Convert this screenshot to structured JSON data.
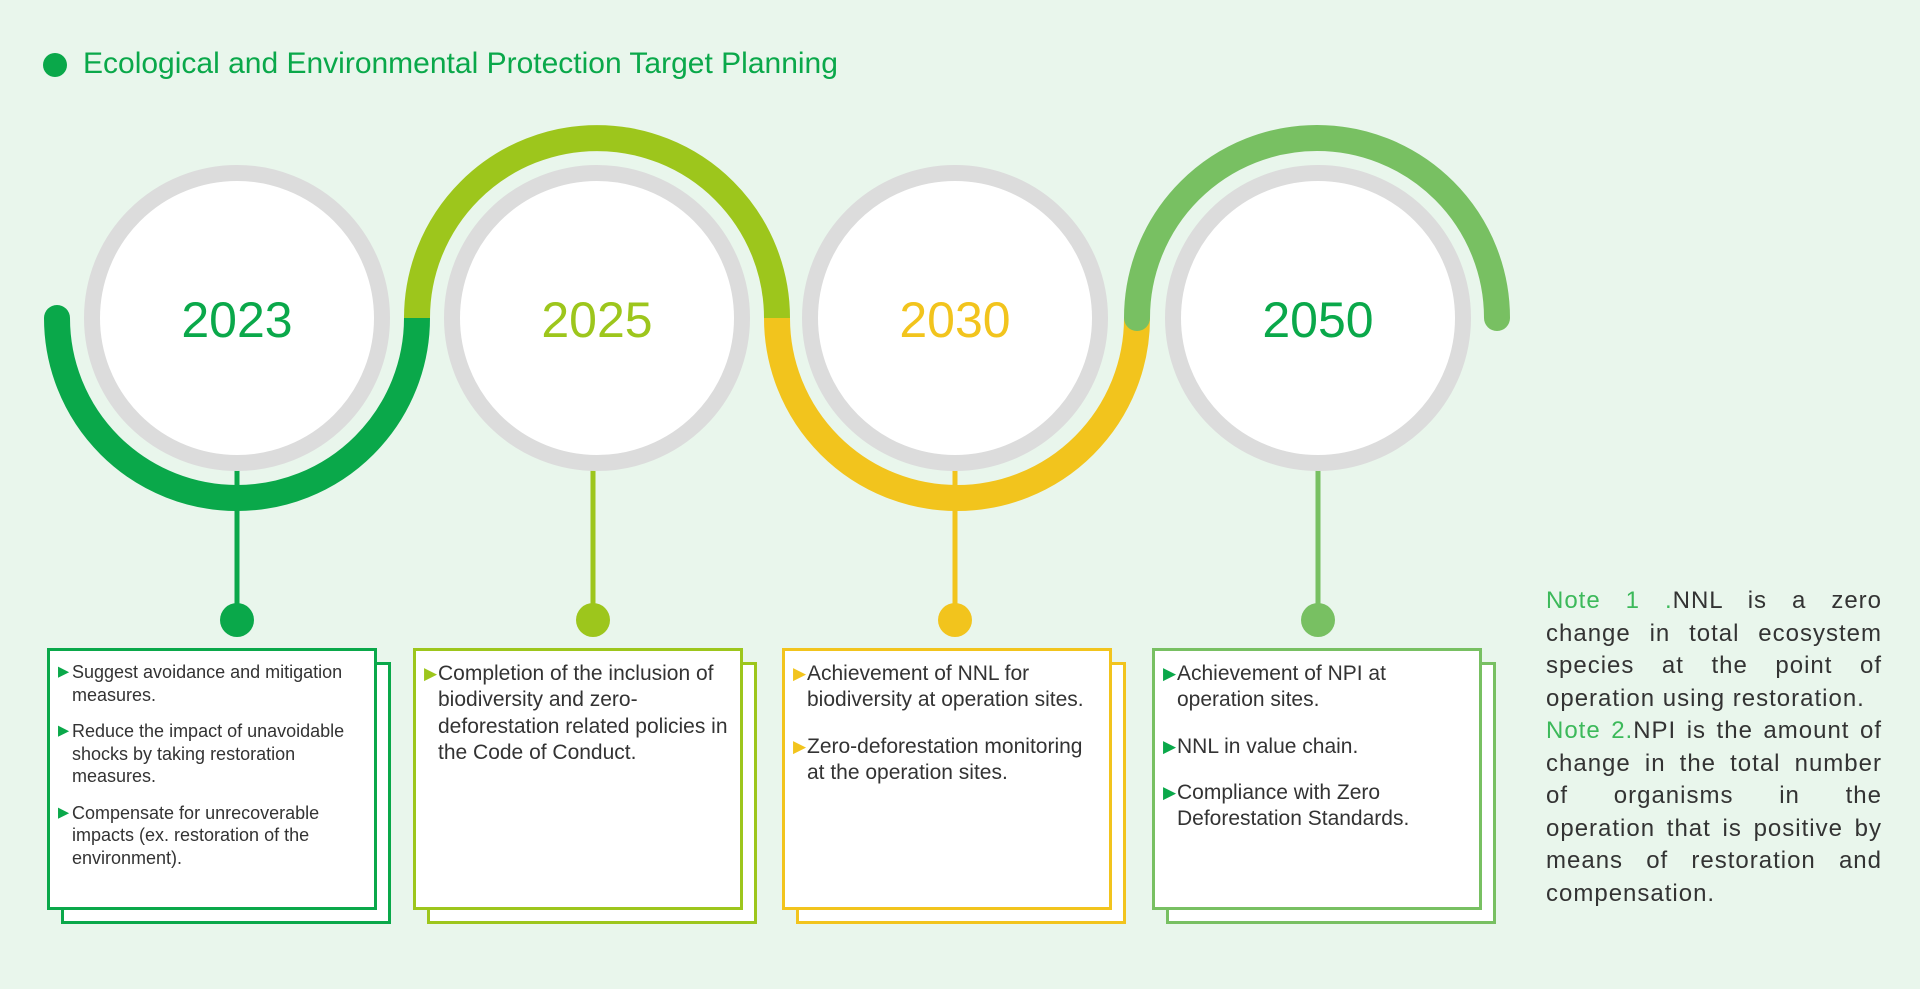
{
  "title": "Ecological and Environmental Protection Target Planning",
  "colors": {
    "background": "#e9f6ec",
    "green_dark": "#0aa84a",
    "green_lime": "#9dc61c",
    "yellow": "#f2c41d",
    "green_light": "#78c062",
    "ring_grey": "#dcdcdc"
  },
  "milestones": [
    {
      "year": "2023",
      "items": [
        "Suggest avoidance and mitigation measures.",
        "Reduce the impact of unavoidable shocks by taking restoration measures.",
        "Compensate for unrecoverable impacts (ex. restoration of the environment)."
      ]
    },
    {
      "year": "2025",
      "items": [
        "Completion of the inclusion of biodiversity and zero-deforestation related policies in the Code of Conduct."
      ]
    },
    {
      "year": "2030",
      "items": [
        "Achievement of NNL for biodiversity at operation sites.",
        "Zero-deforestation monitoring at the operation sites."
      ]
    },
    {
      "year": "2050",
      "items": [
        "Achievement of NPI at operation sites.",
        "NNL in value chain.",
        "Compliance with Zero Deforestation Standards."
      ]
    }
  ],
  "notes": [
    {
      "label": "Note 1 .",
      "text": "NNL is a zero change in total ecosystem species at the point of operation using restoration."
    },
    {
      "label": "Note 2.",
      "text": "NPI is the amount of change in the total number of organisms in the operation that is positive by means of restoration and compensation."
    }
  ]
}
